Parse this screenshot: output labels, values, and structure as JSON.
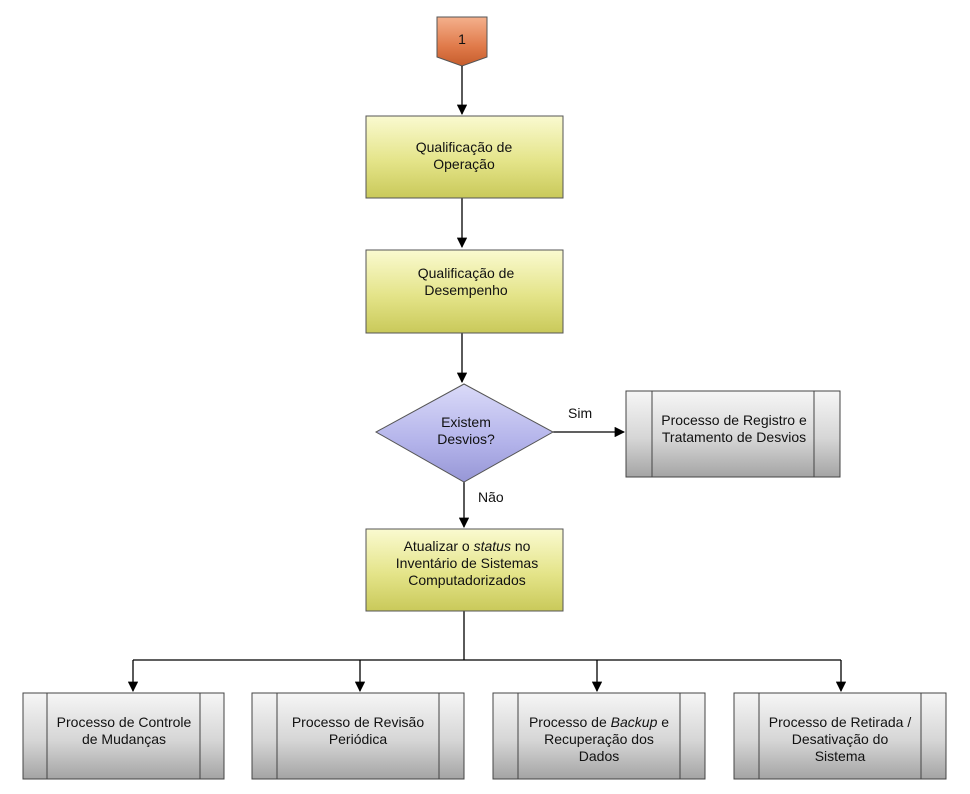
{
  "connector": {
    "label": "1"
  },
  "nodes": {
    "qo": {
      "lines": [
        "Qualificação de",
        "Operação"
      ]
    },
    "qd": {
      "lines": [
        "Qualificação de",
        "Desempenho"
      ]
    },
    "decision": {
      "lines": [
        "Existem",
        "Desvios?"
      ]
    },
    "desvios": {
      "lines": [
        "Processo de Registro e",
        "Tratamento de Desvios"
      ]
    },
    "status": {
      "line1_pre": "Atualizar o ",
      "line1_em": "status",
      "line1_post": " no",
      "line2": "Inventário de Sistemas",
      "line3": "Computadorizados"
    },
    "controle": {
      "lines": [
        "Processo de Controle",
        "de Mudanças"
      ]
    },
    "revisao": {
      "lines": [
        "Processo de Revisão",
        "Periódica"
      ]
    },
    "backup": {
      "line1_pre": "Processo de ",
      "line1_em": "Backup",
      "line1_post": " e",
      "line2": "Recuperação dos",
      "line3": "Dados"
    },
    "retirada": {
      "lines": [
        "Processo de Retirada /",
        "Desativação do",
        "Sistema"
      ]
    }
  },
  "edges": {
    "yes_label": "Sim",
    "no_label": "Não"
  },
  "colors": {
    "process_fill": "#e4e489",
    "decision_fill": "#b3b3ea",
    "connector_fill": "#e07a4a",
    "subprocess_fill": "#d4d4d4"
  }
}
